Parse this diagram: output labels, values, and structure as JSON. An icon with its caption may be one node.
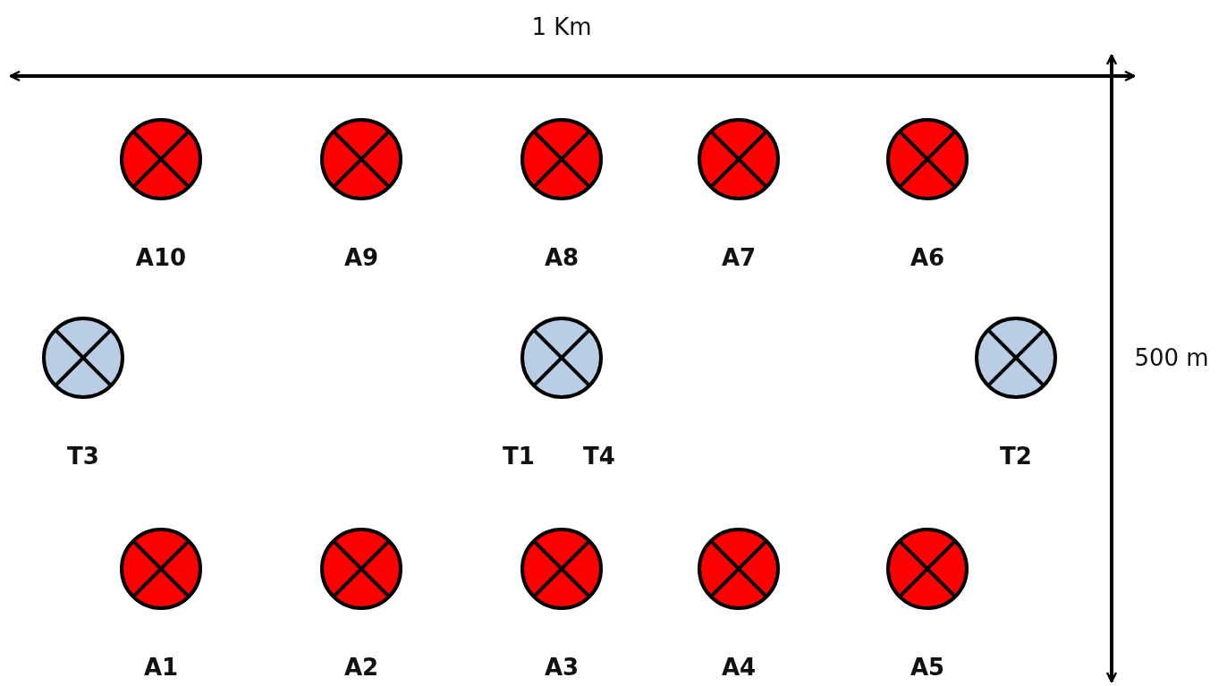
{
  "diagram": {
    "nodes": [
      {
        "text": [],
        "shape": "circle",
        "beside": [
          "A10"
        ]
      },
      {
        "text": [],
        "shape": "circle",
        "beside": [
          "A9"
        ]
      },
      {
        "text": [],
        "shape": "circle",
        "beside": [
          "A8"
        ]
      },
      {
        "text": [],
        "shape": "circle",
        "beside": [
          "A7"
        ]
      },
      {
        "text": [],
        "shape": "circle",
        "beside": [
          "A6"
        ]
      },
      {
        "text": [],
        "shape": "circle",
        "beside": [
          "T3"
        ]
      },
      {
        "text": [],
        "shape": "circle",
        "beside": [
          "T1",
          "T4"
        ]
      },
      {
        "text": [],
        "shape": "circle",
        "beside": [
          "T2"
        ]
      },
      {
        "text": [],
        "shape": "circle",
        "beside": [
          "A1"
        ]
      },
      {
        "text": [],
        "shape": "circle",
        "beside": [
          "A2"
        ]
      },
      {
        "text": [],
        "shape": "circle",
        "beside": [
          "A3"
        ]
      },
      {
        "text": [],
        "shape": "circle",
        "beside": [
          "A4"
        ]
      },
      {
        "text": [],
        "shape": "circle",
        "beside": [
          "A5"
        ]
      }
    ],
    "labels": [
      "1 Km",
      "500 m"
    ]
  }
}
